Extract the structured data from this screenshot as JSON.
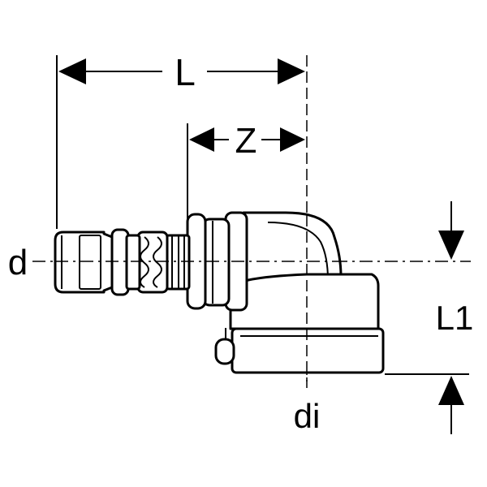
{
  "labels": {
    "length": "L",
    "insertion_depth": "Z",
    "outer_diameter": "d",
    "inner_diameter": "di",
    "offset_length": "L1"
  }
}
